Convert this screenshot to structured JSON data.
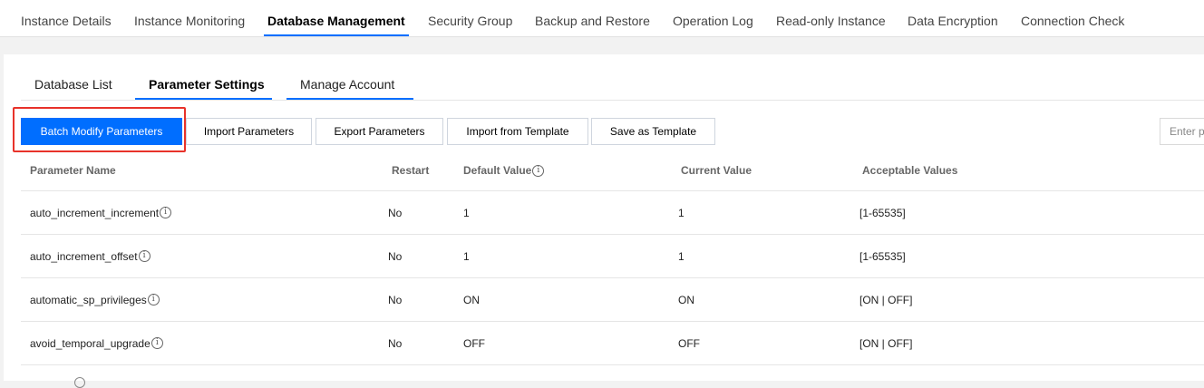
{
  "top_tabs": [
    {
      "label": "Instance Details"
    },
    {
      "label": "Instance Monitoring"
    },
    {
      "label": "Database Management"
    },
    {
      "label": "Security Group"
    },
    {
      "label": "Backup and Restore"
    },
    {
      "label": "Operation Log"
    },
    {
      "label": "Read-only Instance"
    },
    {
      "label": "Data Encryption"
    },
    {
      "label": "Connection Check"
    }
  ],
  "top_tabs_active": "Database Management",
  "sub_tabs": [
    {
      "label": "Database List"
    },
    {
      "label": "Parameter Settings"
    },
    {
      "label": "Manage Account"
    }
  ],
  "sub_tabs_active": "Parameter Settings",
  "toolbar": {
    "batch_modify": "Batch Modify Parameters",
    "import_params": "Import Parameters",
    "export_params": "Export Parameters",
    "import_template": "Import from Template",
    "save_template": "Save as Template",
    "search_placeholder": "Enter p"
  },
  "colors": {
    "primary": "#006eff",
    "highlight": "#e8322a"
  },
  "table": {
    "headers": {
      "name": "Parameter Name",
      "restart": "Restart",
      "default": "Default Value",
      "current": "Current Value",
      "acceptable": "Acceptable Values"
    },
    "rows": [
      {
        "name": "auto_increment_increment",
        "restart": "No",
        "default": "1",
        "current": "1",
        "acceptable": "[1-65535]"
      },
      {
        "name": "auto_increment_offset",
        "restart": "No",
        "default": "1",
        "current": "1",
        "acceptable": "[1-65535]"
      },
      {
        "name": "automatic_sp_privileges",
        "restart": "No",
        "default": "ON",
        "current": "ON",
        "acceptable": "[ON | OFF]"
      },
      {
        "name": "avoid_temporal_upgrade",
        "restart": "No",
        "default": "OFF",
        "current": "OFF",
        "acceptable": "[ON | OFF]"
      }
    ]
  },
  "icons": {
    "info": "info-circle-icon",
    "info_glyph": "i"
  }
}
